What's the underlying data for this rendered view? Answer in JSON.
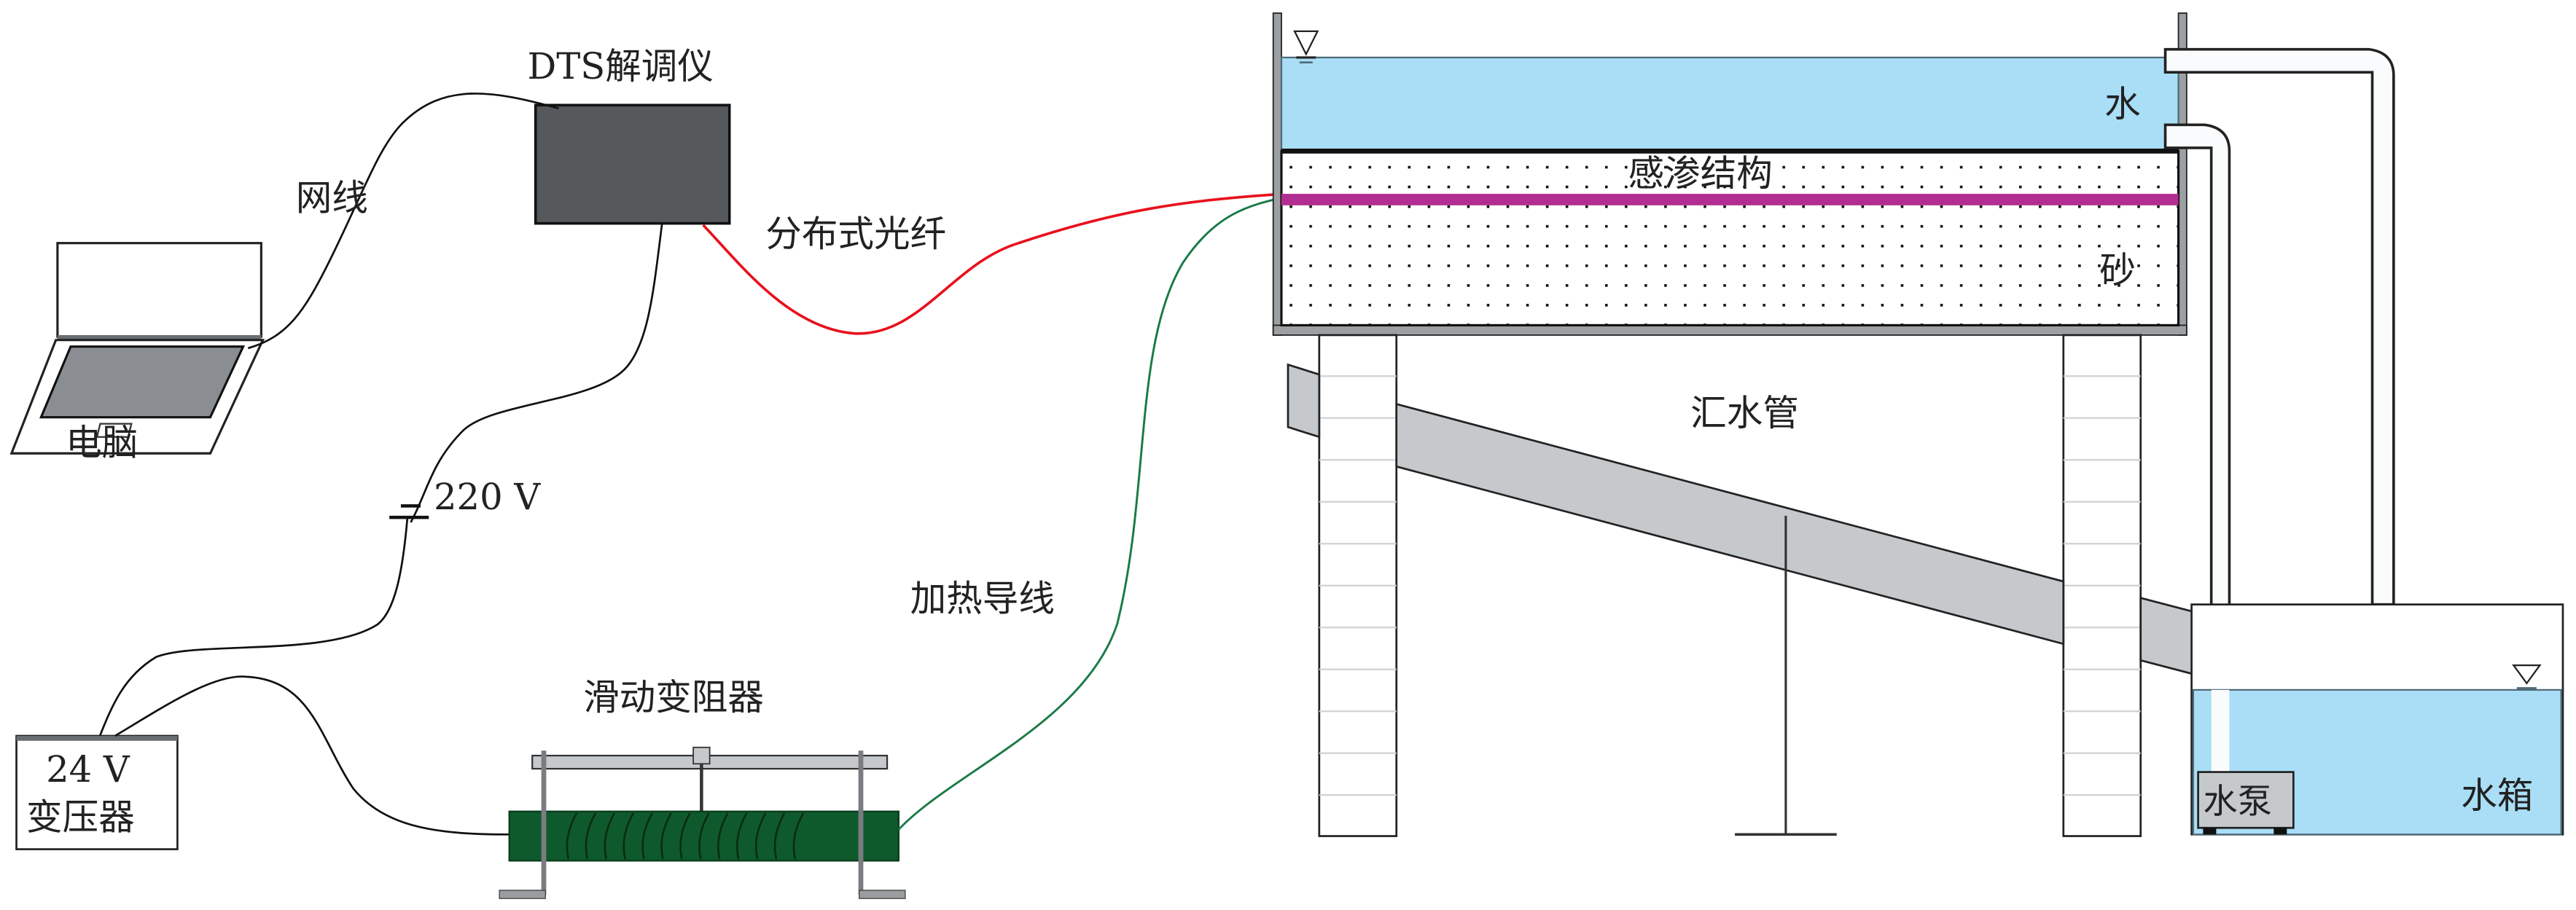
{
  "diagram": {
    "title": "DTS distributed fiber seepage monitoring experiment setup",
    "labels": {
      "dts": "DTS解调仪",
      "network_cable": "网线",
      "computer": "电脑",
      "fiber": "分布式光纤",
      "power_220": "220 V",
      "transformer_line1": "24 V",
      "transformer_line2": "变压器",
      "rheostat": "滑动变阻器",
      "heating_wire": "加热导线",
      "water": "水",
      "sensing_structure": "感渗结构",
      "sand": "砂",
      "collection_pipe": "汇水管",
      "pump": "水泵",
      "water_tank": "水箱"
    },
    "colors": {
      "fiber": "#e8101c",
      "heating_wire": "#1a7a46",
      "water": "#a9def6",
      "sensing_layer": "#b22d92",
      "device_dark": "#55595c",
      "rheostat_body": "#0e5a2c",
      "structure_gray": "#c6c9cc"
    }
  }
}
